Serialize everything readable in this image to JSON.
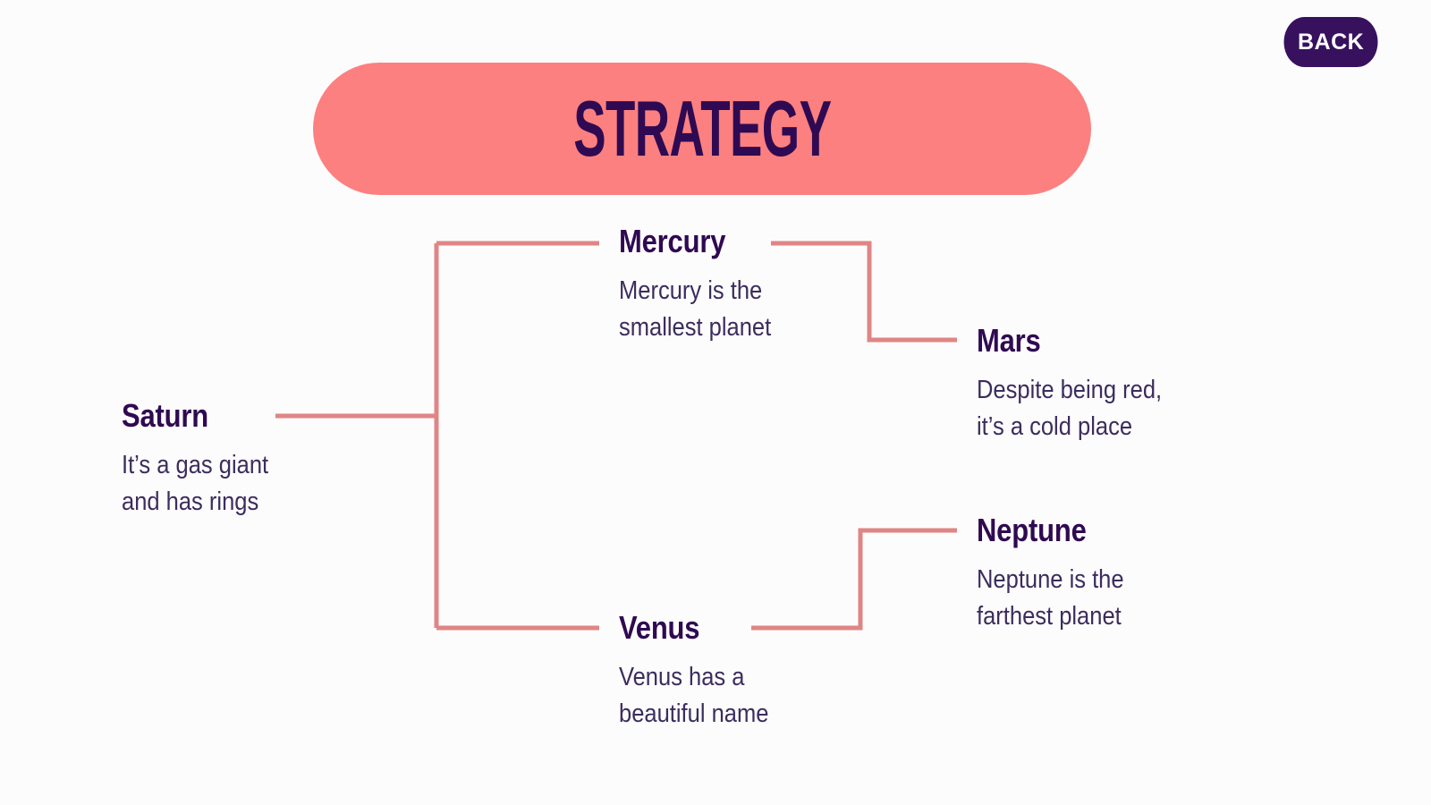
{
  "slide": {
    "background_color": "#fdfcfc",
    "accent_color": "#fc8080",
    "line_color": "#e08585",
    "heading_color": "#2f0a52",
    "body_color": "#3b2d5e"
  },
  "header": {
    "title": "STRATEGY",
    "back_button_label": "BACK"
  },
  "diagram_data": {
    "type": "bracket-mindmap",
    "root_label": "Saturn",
    "nodes": [
      {
        "id": "saturn",
        "title": "Saturn",
        "description": "It’s a gas giant\nand has rings",
        "side": "left"
      },
      {
        "id": "mercury",
        "title": "Mercury",
        "description": "Mercury is the\nsmallest planet",
        "side": "center-top"
      },
      {
        "id": "venus",
        "title": "Venus",
        "description": "Venus has a\nbeautiful name",
        "side": "center-bottom"
      },
      {
        "id": "mars",
        "title": "Mars",
        "description": "Despite being red,\nit’s a cold place",
        "side": "right-top"
      },
      {
        "id": "neptune",
        "title": "Neptune",
        "description": "Neptune is the\nfarthest planet",
        "side": "right-bottom"
      }
    ],
    "connections": [
      {
        "from": "saturn",
        "to": "mercury"
      },
      {
        "from": "saturn",
        "to": "venus"
      },
      {
        "from": "mercury",
        "to": "mars"
      },
      {
        "from": "venus",
        "to": "neptune"
      }
    ]
  }
}
